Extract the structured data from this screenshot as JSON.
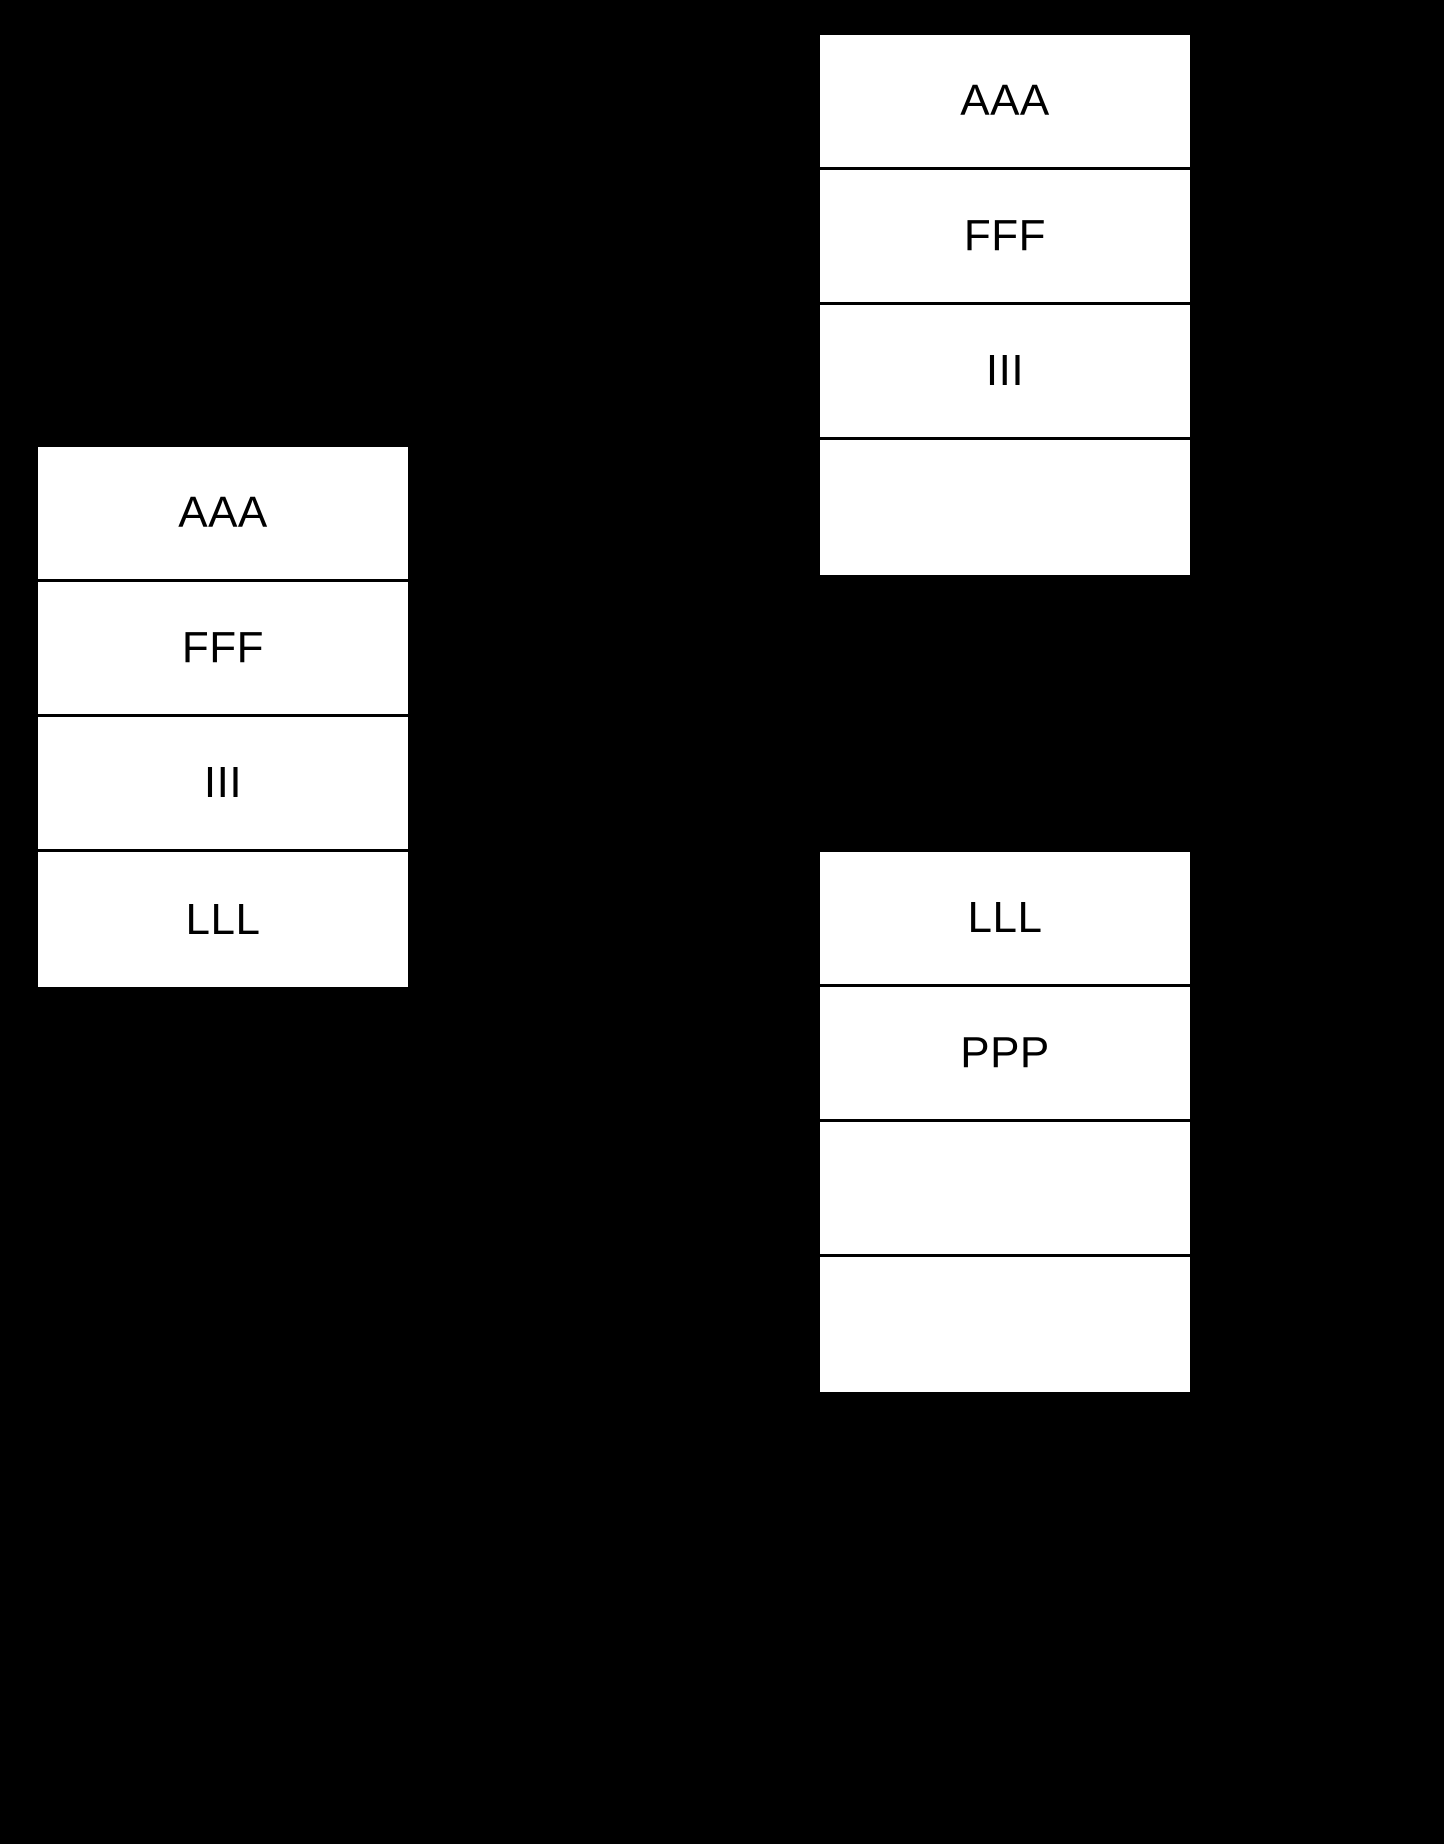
{
  "page": {
    "background_color": "#000000",
    "cell_background_color": "#ffffff",
    "text_color": "#000000",
    "border_color": "#000000"
  },
  "tables": [
    {
      "id": "left",
      "name": "source-table",
      "rows": [
        {
          "label": "AAA",
          "empty": false
        },
        {
          "label": "FFF",
          "empty": false
        },
        {
          "label": "III",
          "empty": false
        },
        {
          "label": "LLL",
          "empty": false
        }
      ]
    },
    {
      "id": "right-top",
      "name": "target-table-upper",
      "rows": [
        {
          "label": "AAA",
          "empty": false
        },
        {
          "label": "FFF",
          "empty": false
        },
        {
          "label": "III",
          "empty": false
        },
        {
          "label": "",
          "empty": true
        }
      ]
    },
    {
      "id": "right-bottom",
      "name": "target-table-lower",
      "rows": [
        {
          "label": "LLL",
          "empty": false
        },
        {
          "label": "PPP",
          "empty": false
        },
        {
          "label": "",
          "empty": true
        },
        {
          "label": "",
          "empty": true
        }
      ]
    }
  ]
}
